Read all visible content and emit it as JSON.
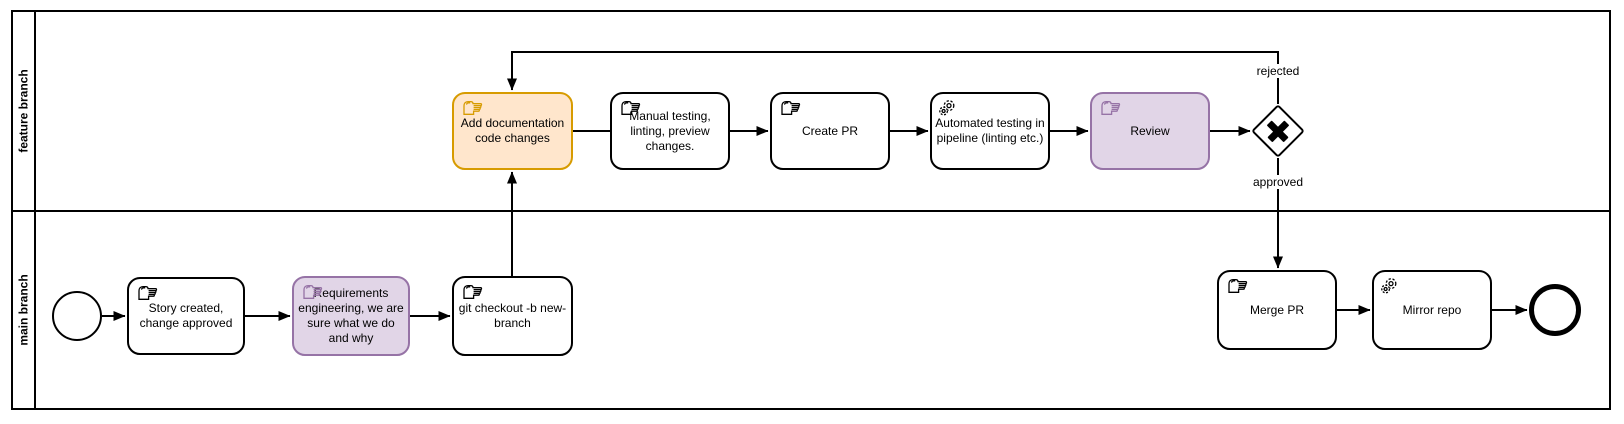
{
  "diagram": {
    "type": "BPMN process diagram",
    "lanes": [
      {
        "label": "feature branch"
      },
      {
        "label": "main branch"
      }
    ],
    "nodes": {
      "start_event": {
        "kind": "start-event"
      },
      "story_created": {
        "label": "Story created, change approved",
        "task_type": "manual"
      },
      "requirements": {
        "label": "Requirements engineering, we are sure what we do and why",
        "task_type": "manual"
      },
      "git_checkout": {
        "label": "git checkout -b new-branch",
        "task_type": "manual"
      },
      "add_documentation": {
        "label": "Add documentation code changes",
        "task_type": "manual"
      },
      "manual_testing": {
        "label": "Manual testing, linting, preview changes.",
        "task_type": "manual"
      },
      "create_pr": {
        "label": "Create PR",
        "task_type": "manual"
      },
      "automated_testing": {
        "label": "Automated testing in pipeline (linting etc.)",
        "task_type": "service"
      },
      "review": {
        "label": "Review",
        "task_type": "manual"
      },
      "exclusive_gateway": {
        "kind": "exclusive-gateway-x"
      },
      "merge_pr": {
        "label": "Merge PR",
        "task_type": "manual"
      },
      "mirror_repo": {
        "label": "Mirror repo",
        "task_type": "service"
      },
      "end_event": {
        "kind": "end-event"
      }
    },
    "edge_labels": {
      "rejected": "rejected",
      "approved": "approved"
    },
    "colors": {
      "highlight_orange_fill": "#FFE6CC",
      "highlight_orange_border": "#D79B00",
      "highlight_purple_fill": "#E1D5E7",
      "highlight_purple_border": "#9673A6",
      "line": "#000000",
      "background": "#FFFFFF"
    }
  }
}
